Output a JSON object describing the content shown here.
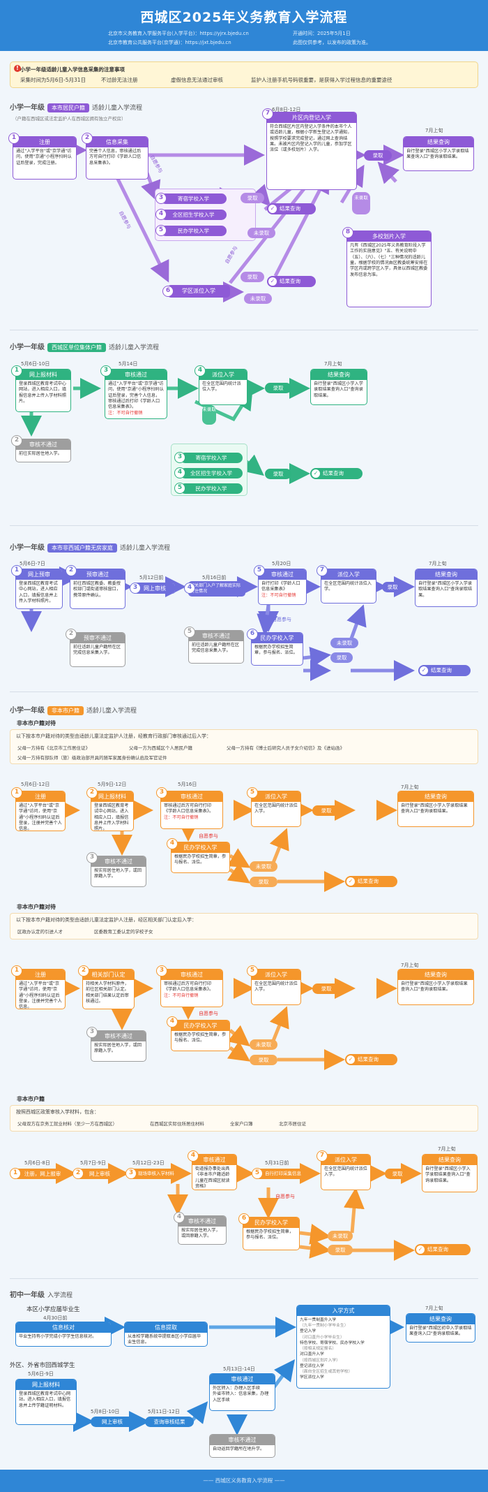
{
  "header": {
    "title": "西城区2025年义务教育入学流程",
    "platform1": "北京市义务教育入学服务平台(入学平台)：https://yjrx.bjedu.cn",
    "platform2": "北京市教育公共服务平台(京学通)：https://jxt.bjedu.cn",
    "publish": "开通时间：2025年5月1日",
    "disclaimer": "此图仅供参考，以发布的政策为准。"
  },
  "notice": {
    "title": "小学一年级适龄儿童入学信息采集的注意事项",
    "items": [
      "采集时间为5月6日-5月31日",
      "不过龄无法注册",
      "虚假信息无法通过审核",
      "监护人注册手机号码很重要，是获得入学过程信息的重要途径"
    ]
  },
  "colors": {
    "purple": "#8e5ad6",
    "green": "#2fb381",
    "indigo": "#6f6fdc",
    "orange": "#f5962b",
    "blue": "#2f86d6",
    "gray": "#9e9e9e"
  },
  "s1": {
    "grade": "小学一年级",
    "tag": "本市居民户籍",
    "desc": "适龄儿童入学流程",
    "note": "（户籍在西城区或法定监护人在西城区拥有独立产权房）",
    "d_mid": "6月8日-12日",
    "d_end": "7月上旬",
    "b1": {
      "n": "1",
      "t": "注册",
      "d": "通过\"入学平台\"或\"京学通\"访问，使用\"京通\"小程序扫码认证后登录，完成注册。"
    },
    "b2": {
      "n": "2",
      "t": "信息采集",
      "d": "完善个人信息，审核通过后方可自行打印《学龄人口信息采集表》。"
    },
    "b3": {
      "n": "3",
      "t": "寄宿学校入学"
    },
    "b4": {
      "n": "4",
      "t": "全区招生学校入学"
    },
    "b5": {
      "n": "5",
      "t": "民办学校入学"
    },
    "b6": {
      "n": "6",
      "t": "学区派位入学"
    },
    "b7": {
      "n": "7",
      "t": "片区内登记入学",
      "d": "符合西城区片区内登记入学条件的本市个人或适龄儿童，根据小学新生登记入学通知，按照学校要求完成登记，通过网上查询结果。未被片区内登记入学的儿童，参加学区派位（或多校划片）入学。"
    },
    "b8": {
      "n": "8",
      "t": "多校划片入学",
      "d": "凡有《西城区2025年义务教育阶段入学工作的实施意见》\"五、有关说明中（五）、（六）、（七）\"三种情况的适龄儿童，根据学校的情况由区教委统筹安排在学区内或跨学区入学，具体以西城区教委发布信息为准。"
    },
    "self": "自愿参与",
    "luqu": "录取",
    "weiluqu": "未录取",
    "result": "结果查询",
    "final": {
      "t": "结果查询",
      "d": "自行登录\"西城区小学入学录取结果查询入口\"查询录取结果。"
    }
  },
  "s2": {
    "grade": "小学一年级",
    "tag": "西城区单位集体户籍",
    "desc": "适龄儿童入学流程",
    "d1": "5月6日-10日",
    "d3": "5月14日",
    "d_end": "7月上旬",
    "b1": {
      "n": "1",
      "t": "网上报材料",
      "d": "登录西城区教育考试中心网站，进入相应入口，填报信息并上传入学材料照片。"
    },
    "b2": {
      "n": "2",
      "t": "审核不通过",
      "d": "前往实际居住地入学。"
    },
    "b3": {
      "n": "3",
      "t": "审核通过",
      "d": "通过\"入学平台\"或\"京学通\"访问，使用\"京通\"小程序扫码认证后登录，完善个人信息，审核通过后打印《学龄人口信息采集表》。",
      "red": "注：不可自行撤销"
    },
    "b4": {
      "n": "4",
      "t": "派位入学",
      "d": "在全区范围内统计派位入学。"
    },
    "b5": {
      "n": "3",
      "t": "寄宿学校入学"
    },
    "b6": {
      "n": "4",
      "t": "全区招生学校入学"
    },
    "b7": {
      "n": "5",
      "t": "民办学校入学"
    },
    "final": {
      "t": "结果查询",
      "d": "自行登录\"西城区小学入学录取结果查询入口\"查询录取结果。"
    }
  },
  "s3": {
    "grade": "小学一年级",
    "tag": "本市非西城户籍无房家庭",
    "desc": "适龄儿童入学流程",
    "d1": "5月6日-7日",
    "d3": "5月12日前",
    "d4": "5月16日前",
    "d5": "5月20日",
    "d_end": "7月上旬",
    "b1": {
      "n": "1",
      "t": "网上预审",
      "d": "登录西城区教育考试中心网站，进入相应入口，填报信息并上传入学材料照片。"
    },
    "b2": {
      "n": "2",
      "t": "预审通过",
      "d": "前往西城区教委、教委授权部门或街道审核窗口，携带原件确认。"
    },
    "b2b": {
      "n": "2",
      "t": "预审不通过",
      "d": "前往适龄儿童户籍所在区完成信息采集入学。"
    },
    "b3": {
      "n": "3",
      "t": "网上审核"
    },
    "b4": {
      "n": "4",
      "t": "相关部门入户了解家庭实际居住情况"
    },
    "b5": {
      "n": "5",
      "t": "审核通过",
      "d": "自行打印《学龄人口信息采集表》",
      "red": "注：不可自行撤销"
    },
    "b5b": {
      "n": "5",
      "t": "审核不通过",
      "d": "前往适龄儿童户籍所在区完成信息采集入学。"
    },
    "b6": {
      "n": "6",
      "t": "民办学校入学",
      "d": "根据民办学校招生简章，参与报名、派位。"
    },
    "b7": {
      "n": "7",
      "t": "派位入学",
      "d": "在全区范围内统计派位入学。"
    },
    "final": {
      "t": "结果查询",
      "d": "自行登录\"西城区小学入学录取结果查询入口\"查询录取结果。"
    }
  },
  "s4": {
    "grade": "小学一年级",
    "tag": "非本市户籍",
    "desc": "适龄儿童入学流程",
    "p1": {
      "title": "非本市户籍对待",
      "intro": "以下按本市户籍对待的类型由适龄儿童法定监护人注册，经教育行政部门审核通过后入学：",
      "items": [
        "父母一方持有《北京市工作居住证》",
        "父母一方为西城区个人居民户籍",
        "父母一方持有《博士后研究人员子女介绍信》及《进站函》",
        "父母一方持有部队师（旅）级政治部开具的随军家属身份确认函及军官证件"
      ]
    },
    "a": {
      "d1": "5月6日-12日",
      "d2": "5月9日-12日",
      "d3": "5月16日",
      "d_end": "7月上旬",
      "b1": {
        "n": "1",
        "t": "注册",
        "d": "通过\"入学平台\"或\"京学通\"访问，使用\"京通\"小程序扫码认证后登录，注册并完善个人信息。"
      },
      "b2": {
        "n": "2",
        "t": "网上报材料",
        "d": "登录西城区教育考试中心网站，进入相应入口，填报信息并上传入学材料照片。"
      },
      "b3": {
        "n": "3",
        "t": "审核通过",
        "d": "审核通过后方可自行打印《学龄人口信息采集表》。",
        "red": "注：不可自行撤销"
      },
      "b3b": {
        "n": "3",
        "t": "审核不通过",
        "d": "按实际居住地入学，或回原籍入学。"
      },
      "b4": {
        "n": "4",
        "t": "民办学校入学",
        "d": "根据民办学校招生简章，参与报名、派位。"
      },
      "b5": {
        "n": "5",
        "t": "派位入学",
        "d": "在全区范围内统计派位入学。"
      },
      "final": {
        "t": "结果查询",
        "d": "自行登录\"西城区小学入学录取结果查询入口\"查询录取结果。"
      }
    },
    "p2": {
      "title": "非本市户籍对待",
      "intro": "以下按本市户籍对待的类型由适龄儿童法定监护人注册，经区相关部门认定后入学：",
      "items": [
        "区政办认定的引进人才",
        "区委教育工委认定的学校子女"
      ]
    },
    "b": {
      "d_end": "7月上旬",
      "b1": {
        "n": "1",
        "t": "注册",
        "d": "通过\"入学平台\"或\"京学通\"访问，使用\"京通\"小程序扫码认证后登录，注册并完善个人信息。"
      },
      "b2": {
        "n": "2",
        "t": "相关部门认定",
        "d": "持相关人学材料原件，前往区相关部门认定。相关部门结果认定后审核通过。"
      },
      "b3": {
        "n": "3",
        "t": "审核通过",
        "d": "审核通过后方可自行打印《学龄人口信息采集表》。",
        "red": "注：不可自行撤销"
      },
      "b3b": {
        "n": "3",
        "t": "审核不通过",
        "d": "按实际居住地入学，或回原籍入学。"
      },
      "b4": {
        "n": "4",
        "t": "民办学校入学",
        "d": "根据民办学校招生简章，参与报名、派位。"
      },
      "b5": {
        "n": "5",
        "t": "派位入学",
        "d": "在全区范围内统计派位入学。"
      },
      "final": {
        "t": "结果查询",
        "d": "自行登录\"西城区小学入学录取结果查询入口\"查询录取结果。"
      }
    },
    "p3": {
      "title": "非本市户籍",
      "intro": "按照西城区政策审核入学材料，包含：",
      "items": [
        "父母双方在京务工就业材料（至少一方在西城区）",
        "在西城区实际住所居住材料",
        "全家户口簿",
        "北京市居住证"
      ]
    },
    "c": {
      "d1": "5月6日-8日",
      "d2": "5月7日-9日",
      "d3": "5月12日-23日",
      "d5": "5月31日前",
      "d_end": "7月上旬",
      "b1": {
        "n": "1",
        "t": "注册，网上报审"
      },
      "b2": {
        "n": "2",
        "t": "网上审核"
      },
      "b3": {
        "n": "3",
        "t": "现场审核入学材料"
      },
      "b4": {
        "n": "4",
        "t": "审核通过",
        "d": "街道报办事处出具《非本市户籍适龄儿童在西城区就读资格》"
      },
      "b4b": {
        "n": "4",
        "t": "审核不通过",
        "d": "按实际居住地入学，或回原籍入学。"
      },
      "b5": {
        "n": "5",
        "t": "自行打印采集信息",
        "d": ""
      },
      "b6": {
        "n": "6",
        "t": "民办学校入学",
        "d": "根据民办学校招生简章，参与报名、派位。"
      },
      "b7": {
        "n": "7",
        "t": "派位入学",
        "d": "在全区范围内统计派位入学。"
      },
      "final": {
        "t": "结果查询",
        "d": "自行登录\"西城区小学入学录取结果查询入口\"查询录取结果。"
      }
    }
  },
  "s5": {
    "grade": "初中一年级",
    "desc": "入学流程",
    "sub1": "本区小学应届毕业生",
    "sub2": "外区、外省市回西城学生",
    "d1": "4月30日前",
    "d2": "5月6日-9日",
    "d3": "5月8日-10日",
    "d4": "5月11日-12日",
    "d5": "5月13日-14日",
    "d_end": "7月上旬",
    "c1": {
      "t": "信息核对",
      "d": "毕业生持有小学完成小学学生信息核对。"
    },
    "c2": {
      "t": "信息提取",
      "d": "从本校学籍系统中提取本区小学应届毕业生信息。"
    },
    "w1": {
      "t": "网上报材料",
      "d": "登录西城区教育考试中心网站，进入相应入口，填报信息并上传学籍证明材料。"
    },
    "w2": {
      "t": "网上审核"
    },
    "w3": {
      "t": "查询审核结果"
    },
    "pass": {
      "t": "审核通过",
      "items": [
        "外区转入：办理入区手续",
        "外省市转入：信息采集，办理入区手续"
      ]
    },
    "fail": {
      "t": "审核不通过",
      "d": "自动返回学籍所在地升学。"
    },
    "way": {
      "t": "入学方式",
      "items": [
        "九年一贯制直升入学",
        "（九年一贯制小学毕业生）",
        "登记入学",
        "（对口直升小学毕业生）",
        "特色学校、寄宿学校、民办学校入学",
        "（按相关规定报名）",
        "对口直升入学",
        "（按西城区划片入学）",
        "登记派位入学",
        "（面向全区招生或其他学校）",
        "学区派位入学"
      ]
    },
    "final": {
      "t": "结果查询",
      "d": "自行登录\"西城区初中入学录取结果查询入口\"查询录取结果。"
    }
  },
  "footer": "—— 西城区义务教育入学流程 ——"
}
